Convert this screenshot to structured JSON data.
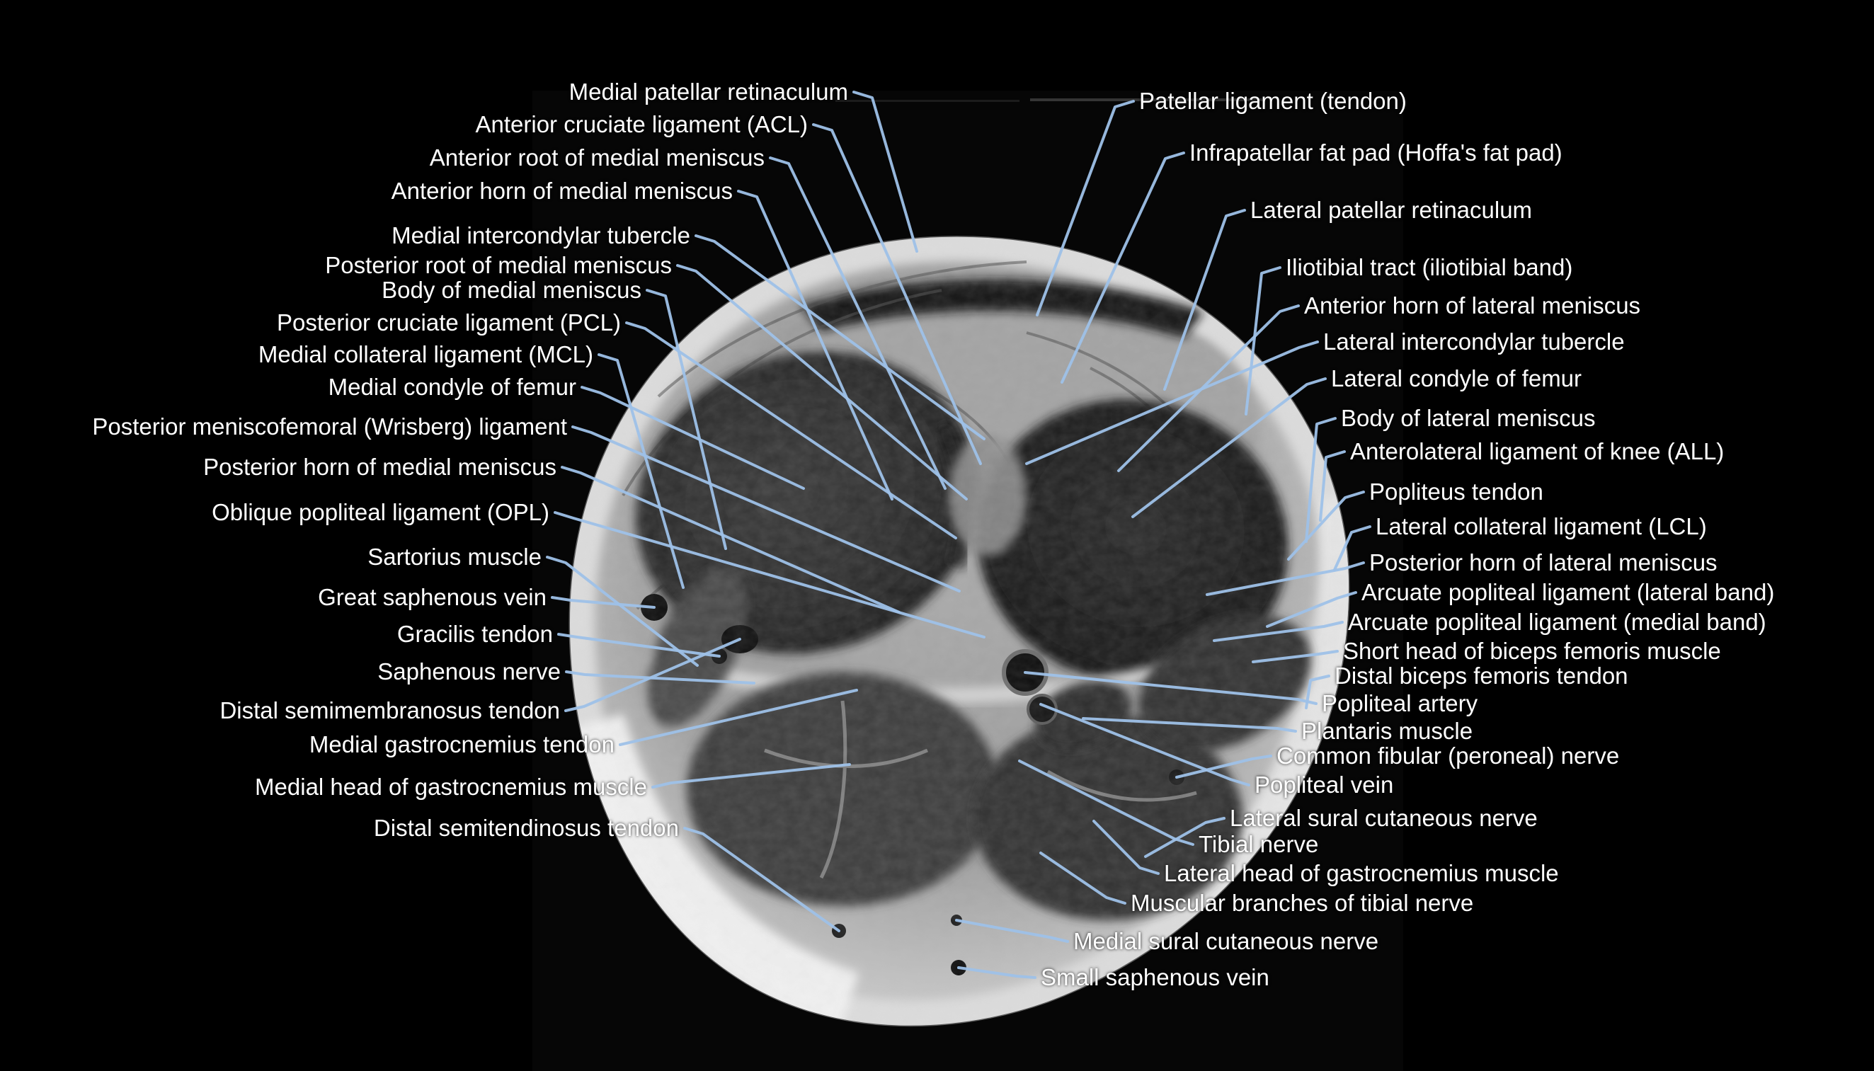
{
  "figure": {
    "description": "Annotated axial MRI cross-section of the knee",
    "colors": {
      "background": "#000000",
      "label_text": "#ffffff",
      "leader_line": "#9ec1e8"
    }
  },
  "labels": {
    "left": [
      "Medial patellar retinaculum",
      "Anterior cruciate ligament (ACL)",
      "Anterior root of medial meniscus",
      "Anterior horn of medial meniscus",
      "Medial intercondylar tubercle",
      "Posterior root of medial meniscus",
      "Body of medial meniscus",
      "Posterior cruciate ligament (PCL)",
      "Medial collateral ligament (MCL)",
      "Medial condyle of femur",
      "Posterior meniscofemoral (Wrisberg) ligament",
      "Posterior horn of medial meniscus",
      "Oblique popliteal ligament (OPL)",
      "Sartorius muscle",
      "Great saphenous vein",
      "Gracilis tendon",
      "Saphenous nerve",
      "Distal semimembranosus tendon",
      "Medial gastrocnemius tendon",
      "Medial head of gastrocnemius muscle",
      "Distal semitendinosus tendon"
    ],
    "right": [
      "Patellar ligament (tendon)",
      "Infrapatellar fat pad (Hoffa's fat pad)",
      "Lateral patellar retinaculum",
      "Iliotibial tract (iliotibial band)",
      "Anterior horn of lateral meniscus",
      "Lateral intercondylar tubercle",
      "Lateral condyle of femur",
      "Body of lateral meniscus",
      "Anterolateral ligament of knee (ALL)",
      "Popliteus tendon",
      "Lateral collateral ligament (LCL)",
      "Posterior horn of lateral meniscus",
      "Arcuate popliteal ligament (lateral band)",
      "Arcuate popliteal ligament (medial band)",
      "Short head of biceps femoris muscle",
      "Distal biceps femoris tendon",
      "Popliteal artery",
      "Plantaris muscle",
      "Common fibular (peroneal) nerve",
      "Popliteal vein",
      "Lateral sural cutaneous nerve",
      "Tibial nerve",
      "Lateral head of gastrocnemius muscle",
      "Muscular branches of tibial nerve",
      "Medial sural cutaneous nerve",
      "Small saphenous vein"
    ]
  }
}
